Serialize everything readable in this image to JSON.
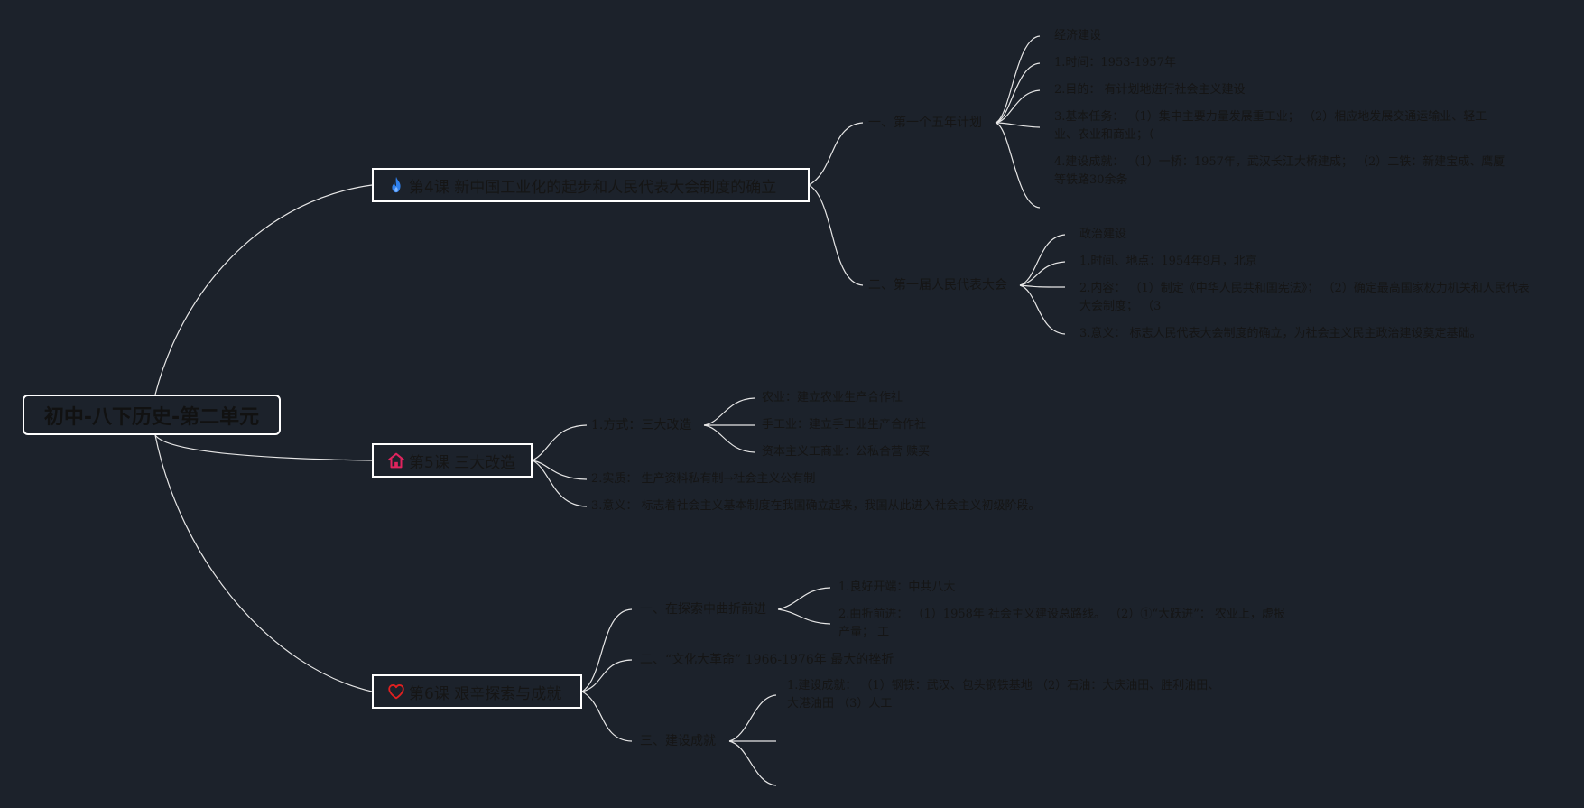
{
  "root": {
    "label": "初中-八下历史-第二单元"
  },
  "lesson4": {
    "label": "第4课 新中国工业化的起步和人民代表大会制度的确立",
    "icon": "flame-icon",
    "icon_color": "#2f80ed",
    "plan": {
      "label": "一、第一个五年计划",
      "items": [
        "经济建设",
        "1.时间：1953-1957年",
        "2.目的： 有计划地进行社会主义建设",
        "3.基本任务： （1）集中主要力量发展重工业； （2）相应地发展交通运输业、轻工业、农业和商业；（",
        "4.建设成就： （1）一桥：1957年，武汉长江大桥建成； （2）二铁：新建宝成、鹰厦等铁路30余条"
      ]
    },
    "congress": {
      "label": "二、第一届人民代表大会",
      "items": [
        "政治建设",
        "1.时间、地点：1954年9月，北京",
        "2.内容： （1）制定《中华人民共和国宪法》； （2）确定最高国家权力机关和人民代表大会制度； （3",
        "3.意义： 标志人民代表大会制度的确立，为社会主义民主政治建设奠定基础。"
      ]
    }
  },
  "lesson5": {
    "label": "第5课 三大改造",
    "icon": "home-icon",
    "icon_color": "#e0245e",
    "method": {
      "label": "1.方式：三大改造",
      "items": [
        "农业：建立农业生产合作社",
        "手工业：建立手工业生产合作社",
        "资本主义工商业：公私合营 赎买"
      ]
    },
    "essence": "2.实质： 生产资料私有制→社会主义公有制",
    "meaning": "3.意义： 标志着社会主义基本制度在我国确立起来，我国从此进入社会主义初级阶段。"
  },
  "lesson6": {
    "label": "第6课 艰辛探索与成就",
    "icon": "heart-icon",
    "icon_color": "#e02020",
    "explore": {
      "label": "一、在探索中曲折前进",
      "items": [
        "1.良好开端：中共八大",
        "2.曲折前进： （1）1958年 社会主义建设总路线。 （2）①“大跃进”： 农业上，虚报产量； 工"
      ]
    },
    "culture": "二、“文化大革命” 1966-1976年 最大的挫折",
    "achieve": {
      "label": "三、建设成就",
      "items": [
        "1.建设成就： （1）钢铁：武汉、包头钢铁基地 （2）石油：大庆油田、胜利油田、大港油田 （3）人工"
      ]
    }
  }
}
